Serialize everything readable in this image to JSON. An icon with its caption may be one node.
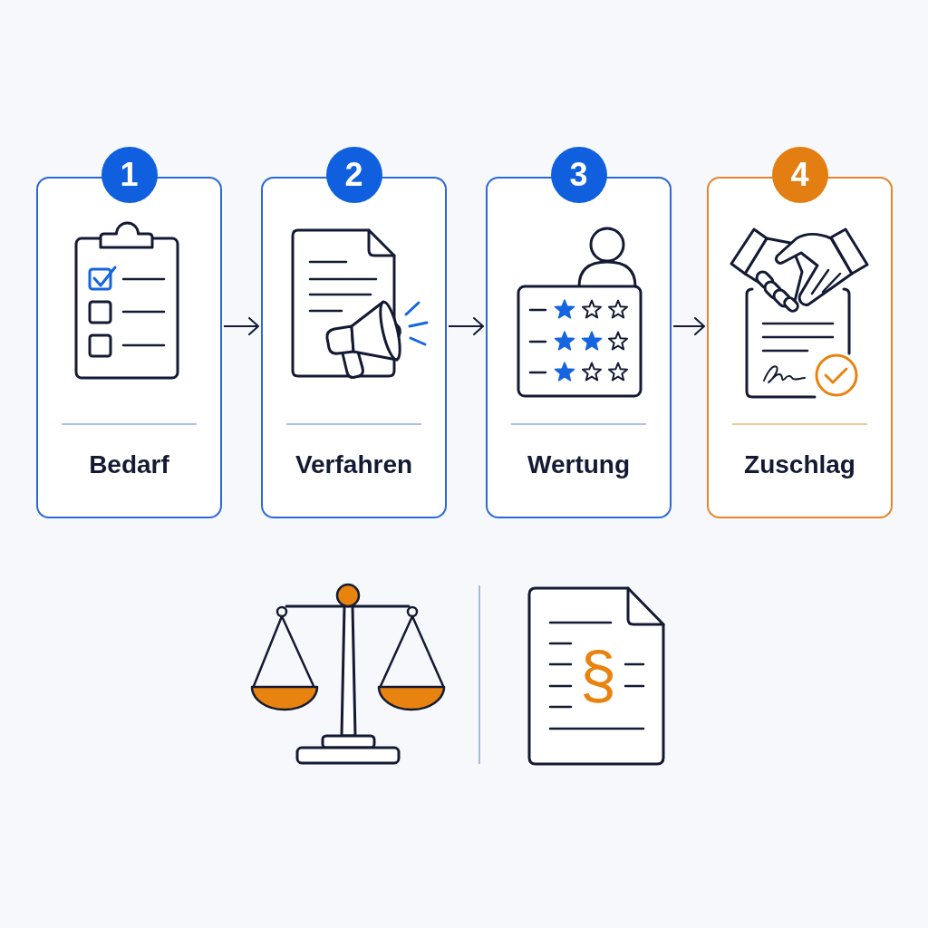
{
  "diagram": {
    "nodes": [
      {
        "text": [
          "1",
          "Bedarf"
        ]
      },
      {
        "text": [
          "2",
          "Verfahren"
        ]
      },
      {
        "text": [
          "3",
          "Wertung"
        ]
      },
      {
        "text": [
          "4",
          "Zuschlag"
        ]
      }
    ],
    "edges": [
      {
        "from": 0,
        "to": 1,
        "arrow": "to"
      },
      {
        "from": 1,
        "to": 2,
        "arrow": "to"
      },
      {
        "from": 2,
        "to": 3,
        "arrow": "to"
      }
    ],
    "labels": [
      "§"
    ]
  }
}
